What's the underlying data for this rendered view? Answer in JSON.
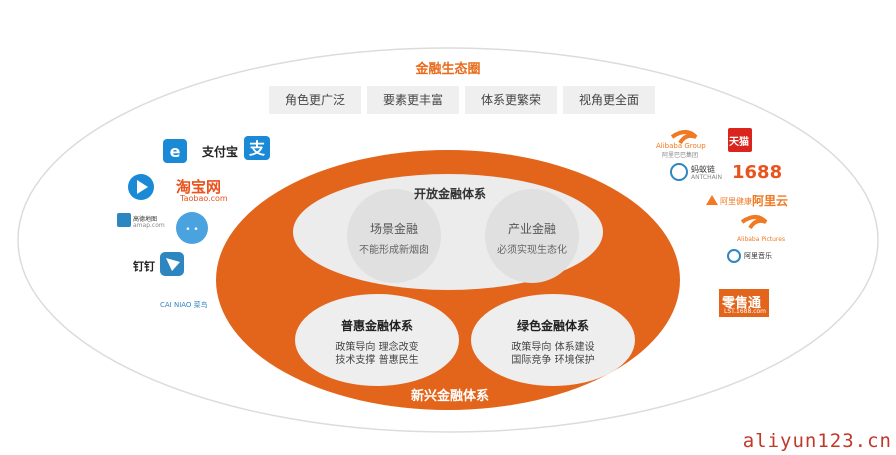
{
  "outer": {
    "title": "金融生态圈",
    "pills": [
      "角色更广泛",
      "要素更丰富",
      "体系更繁荣",
      "视角更全面"
    ]
  },
  "core": {
    "title": "开放金融体系",
    "left": {
      "title": "场景金融",
      "subtitle": "不能形成新烟囱"
    },
    "right": {
      "title": "产业金融",
      "subtitle": "必须实现生态化"
    }
  },
  "systems": {
    "inclusive": {
      "title": "普惠金融体系",
      "lines": [
        "政策导向  理念改变",
        "技术支撑  普惠民生"
      ]
    },
    "green": {
      "title": "绿色金融体系",
      "lines": [
        "政策导向  体系建设",
        "国际竞争  环境保护"
      ]
    }
  },
  "bottom_title": "新兴金融体系",
  "logos_left": {
    "alipay": "支付宝",
    "taobao": "淘宝网",
    "taobao_sub": "Taobao.com",
    "amap": "高德地图",
    "amap_sub": "amap.com",
    "dingtalk": "钉钉",
    "cainiao": "CAI NIAO 菜鸟"
  },
  "logos_right": {
    "alibaba": "Alibaba Group",
    "alibaba_sub": "阿里巴巴集团",
    "tmall": "天猫",
    "antchain": "蚂蚁链",
    "antchain_sub": "ANTCHAIN",
    "n1688": "1688",
    "alihealth": "阿里健康",
    "aliyun": "阿里云",
    "alipictures": "Alibaba Pictures",
    "alimusic": "阿里音乐",
    "lst": "零售通",
    "lst_sub": "LST.1688.com"
  },
  "watermark": "aliyun123.cn",
  "colors": {
    "orange": "#e3651b",
    "outer_border": "#dddddd",
    "inner_grey": "#ececec"
  }
}
